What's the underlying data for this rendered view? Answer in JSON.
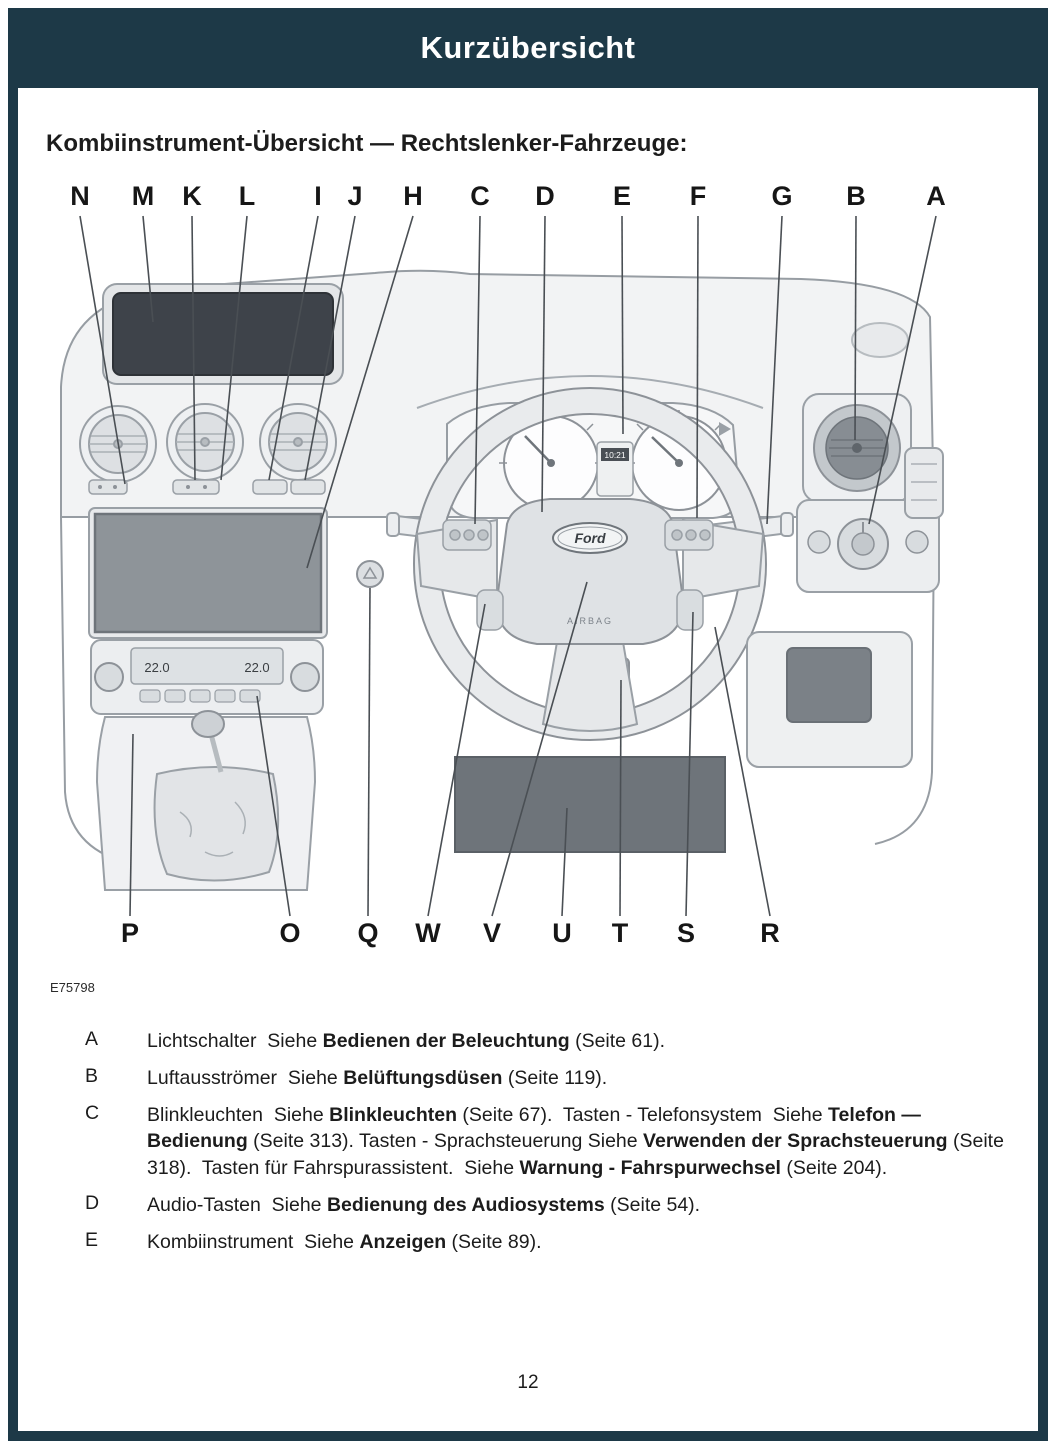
{
  "header": {
    "title": "Kurzübersicht"
  },
  "section": {
    "title": "Kombiinstrument-Übersicht — Rechtslenker-Fahrzeuge:"
  },
  "figure": {
    "code": "E75798"
  },
  "diagram": {
    "top_labels": [
      "N",
      "M",
      "K",
      "L",
      "I",
      "J",
      "H",
      "C",
      "D",
      "E",
      "F",
      "G",
      "B",
      "A"
    ],
    "bottom_labels": [
      "P",
      "O",
      "Q",
      "W",
      "V",
      "U",
      "T",
      "S",
      "R"
    ],
    "wheel_brand": "Ford",
    "airbag_text": "AIRBAG",
    "clock_text": "10:21",
    "climate_left_temp": "22.0",
    "climate_right_temp": "22.0"
  },
  "legend": {
    "items": [
      {
        "letter": "A",
        "segments": [
          {
            "t": "Lichtschalter  Siehe ",
            "b": false
          },
          {
            "t": "Bedienen der Beleuchtung",
            "b": true
          },
          {
            "t": " (Seite 61).",
            "b": false
          }
        ]
      },
      {
        "letter": "B",
        "segments": [
          {
            "t": "Luftausströmer  Siehe ",
            "b": false
          },
          {
            "t": "Belüftungsdüsen",
            "b": true
          },
          {
            "t": " (Seite 119).",
            "b": false
          }
        ]
      },
      {
        "letter": "C",
        "segments": [
          {
            "t": "Blinkleuchten  Siehe ",
            "b": false
          },
          {
            "t": "Blinkleuchten",
            "b": true
          },
          {
            "t": " (Seite 67).  Tasten - Telefonsystem  Siehe ",
            "b": false
          },
          {
            "t": "Telefon — Bedienung",
            "b": true
          },
          {
            "t": " (Seite 313). Tasten - Sprachsteuerung Siehe ",
            "b": false
          },
          {
            "t": "Verwenden der Sprachsteuerung",
            "b": true
          },
          {
            "t": " (Seite 318).  Tasten für Fahrspurassistent.  Siehe ",
            "b": false
          },
          {
            "t": "Warnung - Fahrspurwechsel",
            "b": true
          },
          {
            "t": " (Seite 204).",
            "b": false
          }
        ]
      },
      {
        "letter": "D",
        "segments": [
          {
            "t": "Audio-Tasten  Siehe ",
            "b": false
          },
          {
            "t": "Bedienung des Audiosystems",
            "b": true
          },
          {
            "t": " (Seite 54).",
            "b": false
          }
        ]
      },
      {
        "letter": "E",
        "segments": [
          {
            "t": "Kombiinstrument  Siehe ",
            "b": false
          },
          {
            "t": "Anzeigen",
            "b": true
          },
          {
            "t": " (Seite 89).",
            "b": false
          }
        ]
      }
    ]
  },
  "footer": {
    "page_number": "12"
  },
  "colors": {
    "frame": "#1d3947",
    "text": "#1c1c1c",
    "line_art": "#8d9298"
  }
}
